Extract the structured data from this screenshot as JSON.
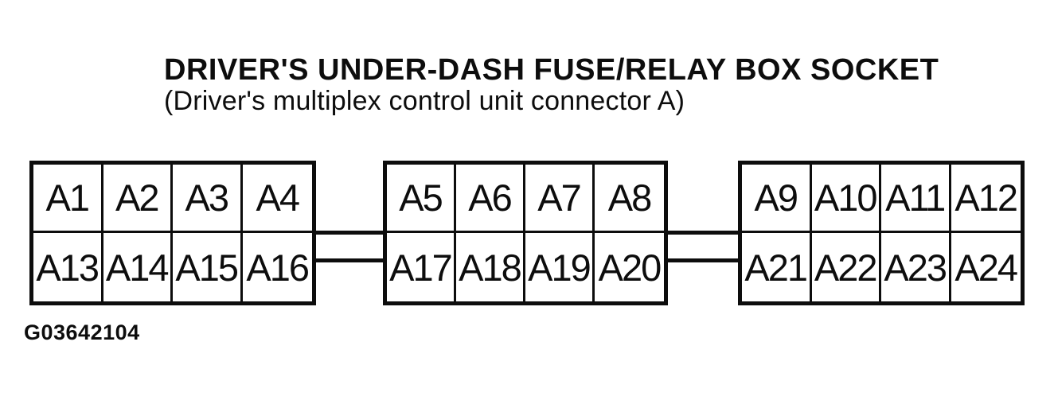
{
  "diagram": {
    "title": "DRIVER'S UNDER-DASH FUSE/RELAY BOX SOCKET",
    "subtitle": "(Driver's multiplex control unit connector A)",
    "figure_code": "G03642104",
    "blocks": [
      {
        "top": [
          "A1",
          "A2",
          "A3",
          "A4"
        ],
        "bottom": [
          "A13",
          "A14",
          "A15",
          "A16"
        ]
      },
      {
        "top": [
          "A5",
          "A6",
          "A7",
          "A8"
        ],
        "bottom": [
          "A17",
          "A18",
          "A19",
          "A20"
        ]
      },
      {
        "top": [
          "A9",
          "A10",
          "A11",
          "A12"
        ],
        "bottom": [
          "A21",
          "A22",
          "A23",
          "A24"
        ]
      }
    ],
    "colors": {
      "ink": "#0d0d0d",
      "background": "#ffffff"
    }
  }
}
